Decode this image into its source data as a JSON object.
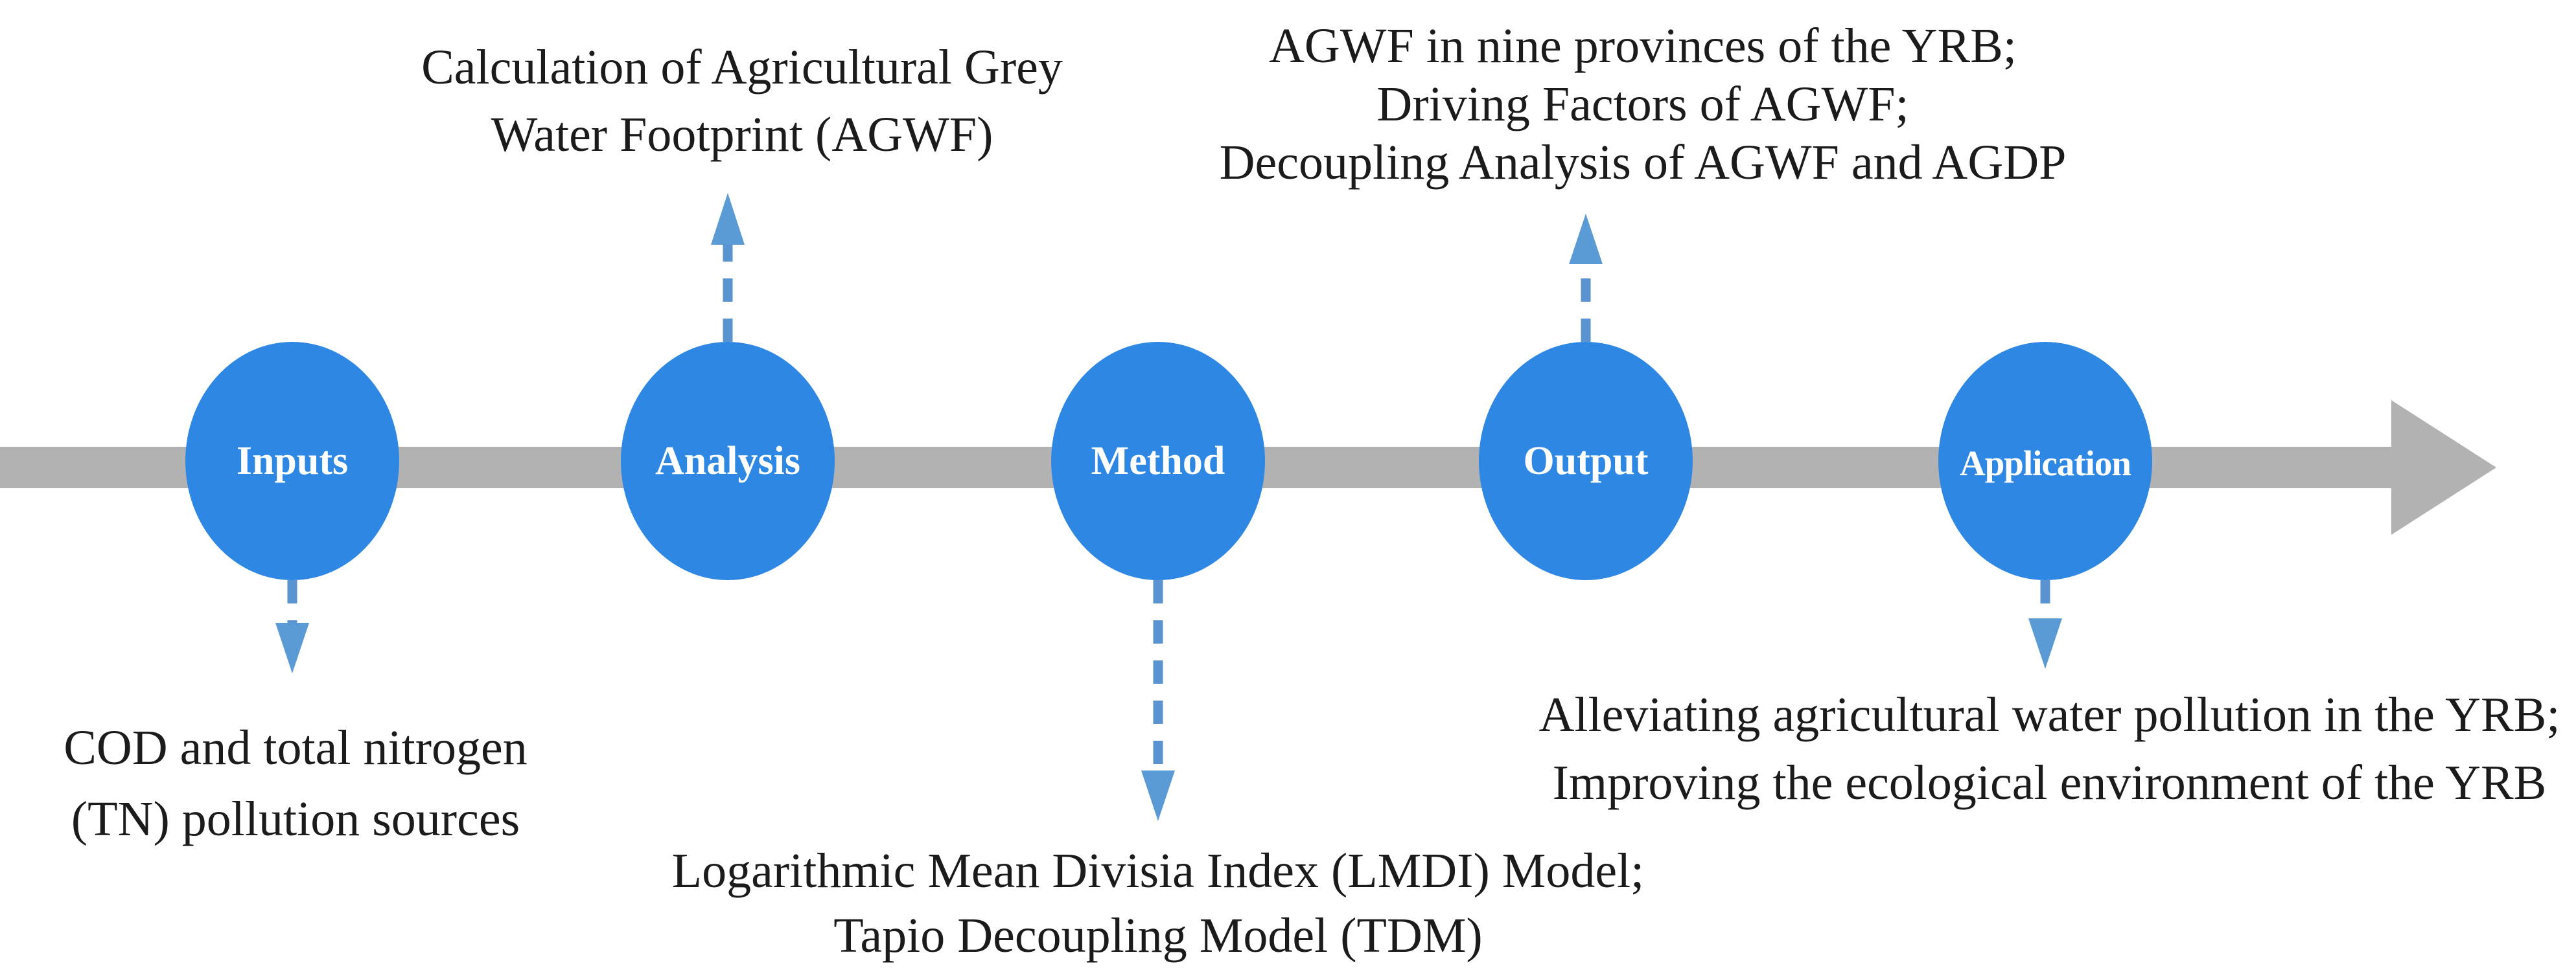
{
  "figure": {
    "type": "process-flow-diagram",
    "background": "#ffffff",
    "colors": {
      "timeline_gray": "#b2b2b2",
      "node_fill_blue": "#2e87e2",
      "connector_dash_blue": "#5b93d0",
      "connector_head_blue": "#5b9bd5",
      "annotation_text": "#1b1b1b",
      "node_label_text": "#ffffff"
    },
    "icons": {
      "timeline_arrowhead": "triangle-right",
      "connector_arrowhead_up": "triangle-up",
      "connector_arrowhead_down": "triangle-down"
    }
  },
  "nodes": [
    {
      "label": "Inputs",
      "annotation_side": "below",
      "annotation_lines": [
        "COD and total nitrogen",
        "(TN) pollution sources"
      ]
    },
    {
      "label": "Analysis",
      "annotation_side": "above",
      "annotation_lines": [
        "Calculation of Agricultural Grey",
        "Water Footprint (AGWF)"
      ]
    },
    {
      "label": "Method",
      "annotation_side": "below",
      "annotation_lines": [
        "Logarithmic Mean Divisia Index (LMDI) Model;",
        "Tapio Decoupling Model (TDM)"
      ]
    },
    {
      "label": "Output",
      "annotation_side": "above",
      "annotation_lines": [
        "AGWF in nine provinces of the YRB;",
        "Driving Factors of AGWF;",
        "Decoupling Analysis of AGWF and AGDP"
      ]
    },
    {
      "label": "Application",
      "annotation_side": "below",
      "annotation_lines": [
        "Alleviating agricultural water pollution in the YRB;",
        "Improving the ecological environment of the YRB"
      ]
    }
  ]
}
